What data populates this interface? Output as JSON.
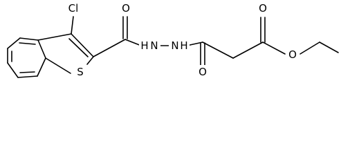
{
  "labels": {
    "chlorine": "Cl",
    "sulfur": "S",
    "amide_oxygen": "O",
    "hydrazide_nh_1": "H",
    "hydrazide_nitrogen_1": "N",
    "hydrazide_nitrogen_2": "N",
    "hydrazide_nh_2": "H",
    "ketone_oxygen": "O",
    "ester_carbonyl_oxygen": "O",
    "ester_oxygen": "O"
  },
  "colors": {
    "bond": "#000000",
    "text": "#000000",
    "background": "#ffffff"
  }
}
